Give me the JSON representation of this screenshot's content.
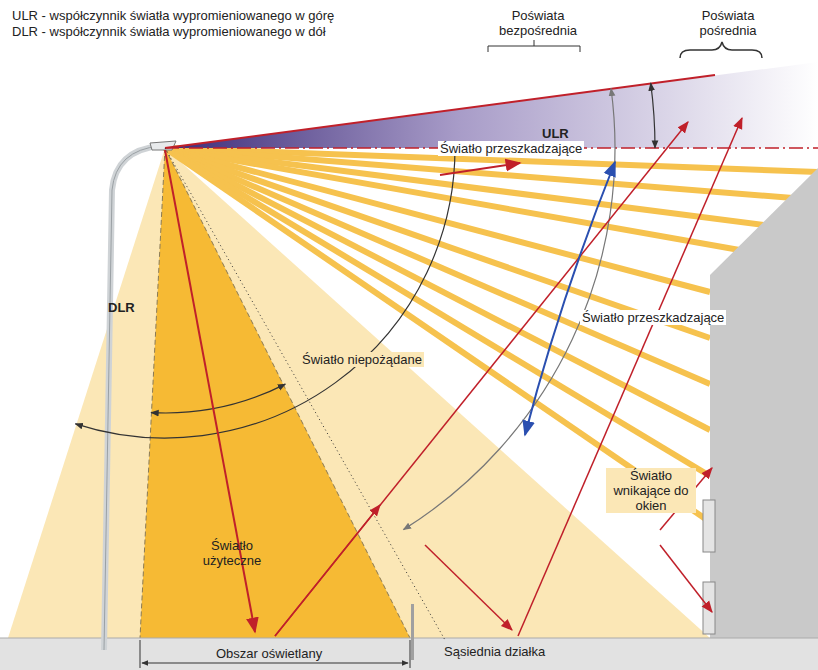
{
  "diagram": {
    "labels": [
      "ULR - współczynnik światła wypromieniowanego w górę",
      "DLR - współczynnik światła wypromieniowanego w dół",
      "Poświata bezpośrednia",
      "Poświata pośrednia",
      "ULR",
      "Światło przeszkadzające",
      "Światło przeszkadzające",
      "Światło niepożądane",
      "DLR",
      "Światło wnikające do okien",
      "Światło użyteczne",
      "Obszar oświetlany",
      "Sąsiednia działka"
    ]
  }
}
